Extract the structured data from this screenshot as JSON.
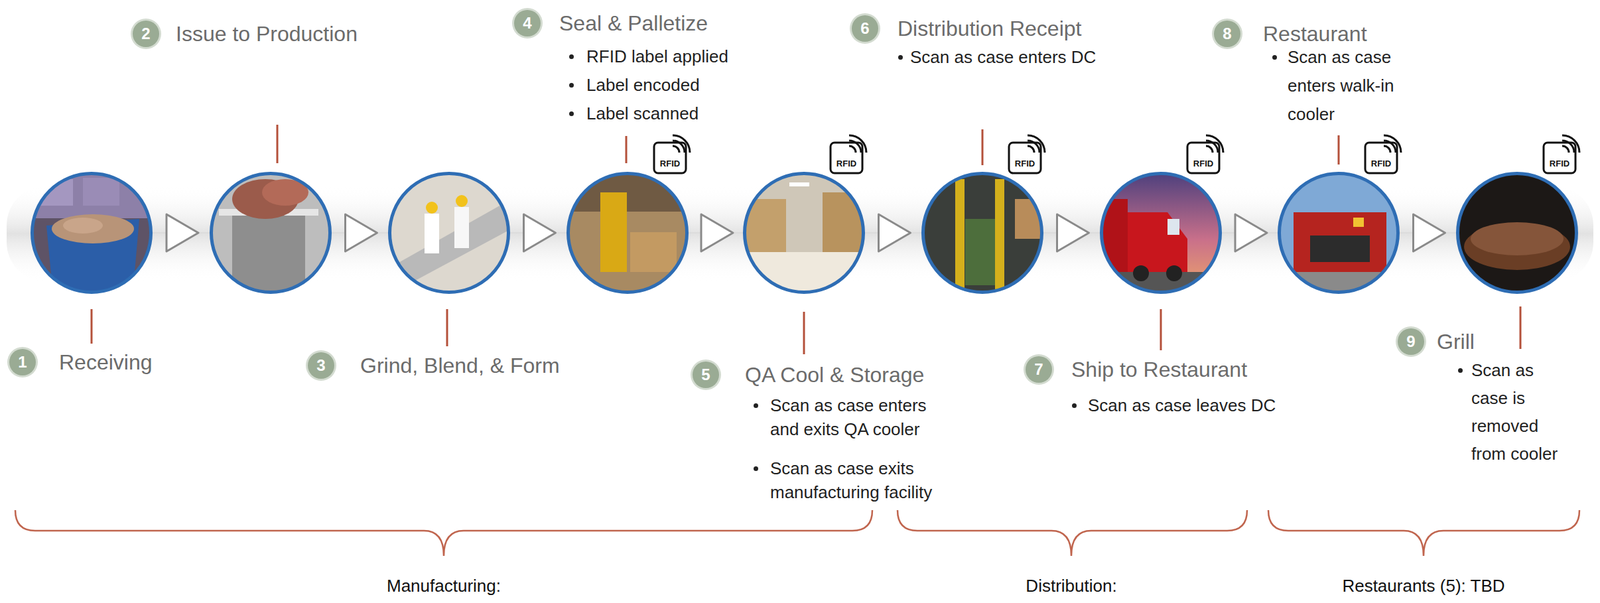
{
  "diagram": {
    "nodes": [
      {
        "text": [
          "Receiving"
        ]
      },
      {
        "text": [
          "Issue to Production"
        ]
      },
      {
        "text": [
          "Grind, Blend, & Form"
        ]
      },
      {
        "text": [
          "Seal & Palletize",
          "RFID label applied",
          "Label encoded",
          "Label scanned"
        ]
      },
      {
        "text": [
          "QA Cool & Storage",
          "Scan as case enters and exits QA cooler",
          "Scan as case exits manufacturing facility"
        ]
      },
      {
        "text": [
          "Distribution Receipt",
          "Scan as case enters DC"
        ]
      },
      {
        "text": [
          "Ship to Restaurant",
          "Scan as case leaves DC"
        ]
      },
      {
        "text": [
          "Restaurant",
          "Scan as case enters walk-in cooler"
        ]
      },
      {
        "text": [
          "Grill",
          "Scan as case is removed from cooler"
        ]
      }
    ],
    "edges": [
      {
        "from": 0,
        "to": 1,
        "arrow": "to"
      },
      {
        "from": 1,
        "to": 2,
        "arrow": "to"
      },
      {
        "from": 2,
        "to": 3,
        "arrow": "to"
      },
      {
        "from": 3,
        "to": 4,
        "arrow": "to"
      },
      {
        "from": 4,
        "to": 5,
        "arrow": "to"
      },
      {
        "from": 5,
        "to": 6,
        "arrow": "to"
      },
      {
        "from": 6,
        "to": 7,
        "arrow": "to"
      },
      {
        "from": 7,
        "to": 8,
        "arrow": "to"
      }
    ],
    "labels": [
      "1",
      "2",
      "3",
      "4",
      "5",
      "6",
      "7",
      "8",
      "9",
      "RFID",
      "RFID",
      "RFID",
      "RFID",
      "RFID",
      "RFID",
      "Manufacturing:",
      "Distribution:",
      "Restaurants (5): TBD"
    ]
  }
}
